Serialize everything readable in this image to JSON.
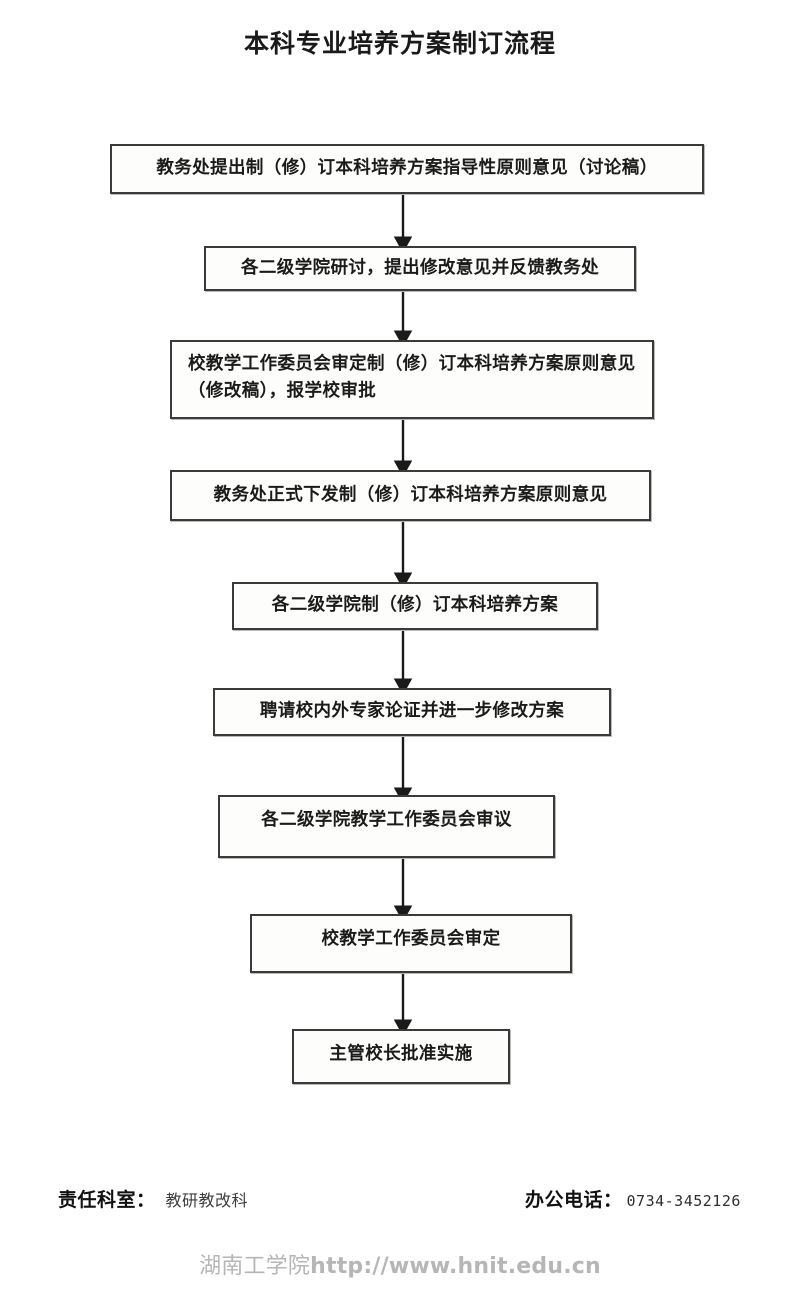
{
  "document": {
    "title": "本科专业培养方案制订流程"
  },
  "flowchart": {
    "type": "flowchart",
    "orientation": "top-to-bottom",
    "connector_style": "solid-line-with-filled-arrowhead",
    "connector_color": "#1a1a1a",
    "box_border_color": "#3a3a3a",
    "box_fill_color": "#fdfdfb",
    "nodes": [
      {
        "id": "n1",
        "step": 1,
        "label": "教务处提出制（修）订本科培养方案指导性原则意见（讨论稿）",
        "lines": 1
      },
      {
        "id": "n2",
        "step": 2,
        "label": "各二级学院研讨，提出修改意见并反馈教务处",
        "lines": 1
      },
      {
        "id": "n3",
        "step": 3,
        "label": "校教学工作委员会审定制（修）订本科培养方案原则意见（修改稿），报学校审批",
        "lines": 2
      },
      {
        "id": "n4",
        "step": 4,
        "label": "教务处正式下发制（修）订本科培养方案原则意见",
        "lines": 1
      },
      {
        "id": "n5",
        "step": 5,
        "label": "各二级学院制（修）订本科培养方案",
        "lines": 1
      },
      {
        "id": "n6",
        "step": 6,
        "label": "聘请校内外专家论证并进一步修改方案",
        "lines": 1
      },
      {
        "id": "n7",
        "step": 7,
        "label": "各二级学院教学工作委员会审议",
        "lines": 1
      },
      {
        "id": "n8",
        "step": 8,
        "label": "校教学工作委员会审定",
        "lines": 1
      },
      {
        "id": "n9",
        "step": 9,
        "label": "主管校长批准实施",
        "lines": 1
      }
    ],
    "edges": [
      {
        "from": "n1",
        "to": "n2"
      },
      {
        "from": "n2",
        "to": "n3"
      },
      {
        "from": "n3",
        "to": "n4"
      },
      {
        "from": "n4",
        "to": "n5"
      },
      {
        "from": "n5",
        "to": "n6"
      },
      {
        "from": "n6",
        "to": "n7"
      },
      {
        "from": "n7",
        "to": "n8"
      },
      {
        "from": "n8",
        "to": "n9"
      }
    ]
  },
  "footer": {
    "department_key": "责任科室：",
    "department_value": "教研教改科",
    "phone_key": "办公电话：",
    "phone_value": "0734-3452126"
  },
  "watermark": {
    "institution": "湖南工学院",
    "url": "http://www.hnit.edu.cn"
  }
}
